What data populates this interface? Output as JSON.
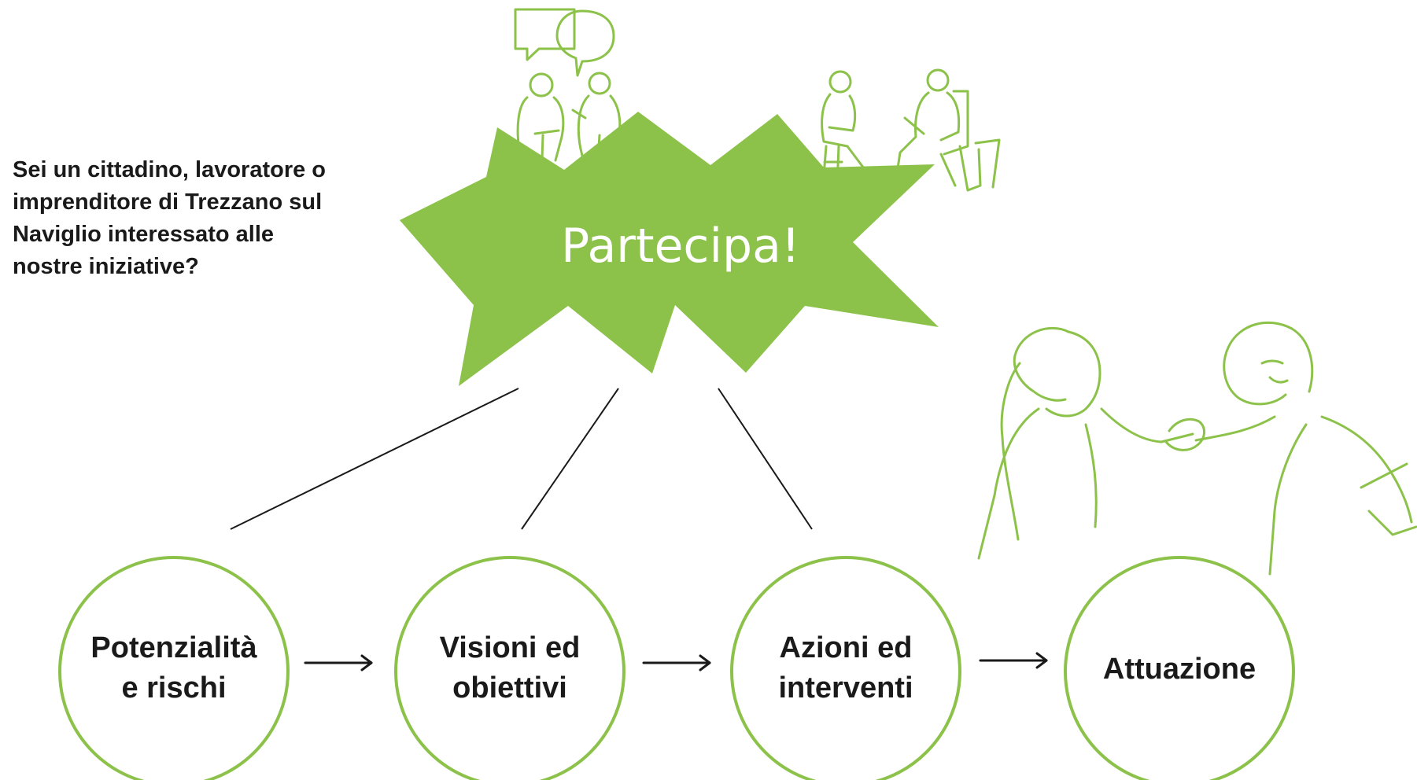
{
  "intro": {
    "lines": [
      "Sei un cittadino, lavoratore o",
      "imprenditore di Trezzano sul",
      "Naviglio interessato alle",
      "nostre iniziative?"
    ]
  },
  "callout": {
    "label": "Partecipa!"
  },
  "stages": [
    {
      "line1": "Potenzialità",
      "line2": "e rischi"
    },
    {
      "line1": "Visioni ed",
      "line2": "obiettivi"
    },
    {
      "line1": "Azioni ed",
      "line2": "interventi"
    },
    {
      "line1": "Attuazione",
      "line2": ""
    }
  ],
  "colors": {
    "accent": "#8cc24a",
    "text": "#1a1a1a",
    "connector": "#1a1a1a"
  },
  "icons": {
    "people_talking": "people-talking-illustration",
    "people_seated": "people-seated-illustration",
    "handshake": "handshake-illustration",
    "arrow": "right-arrow-icon"
  }
}
